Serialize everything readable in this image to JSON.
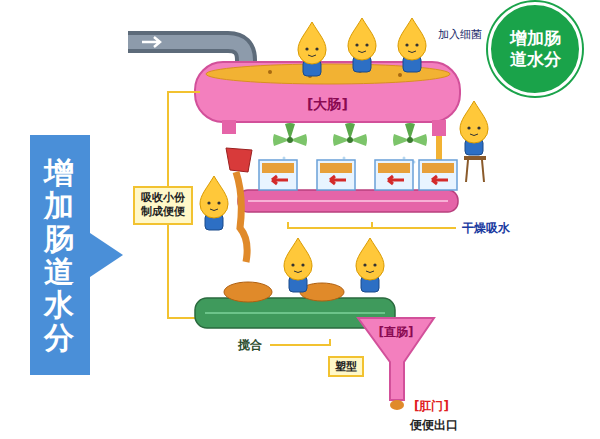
{
  "diagram": {
    "nodes": [
      {
        "text": [
          "增加肠道水分"
        ]
      },
      {
        "text": [
          "增加肠 道水分"
        ]
      },
      {
        "text": [
          "[大肠]"
        ]
      },
      {
        "text": [
          "吸收小份 制成便便"
        ]
      },
      {
        "text": [
          "塑型"
        ]
      },
      {
        "text": [
          "[直肠]"
        ]
      }
    ],
    "labels": [
      "加入细菌",
      "干燥吸水",
      "搅合",
      "[肛门]",
      "便便出口"
    ]
  }
}
